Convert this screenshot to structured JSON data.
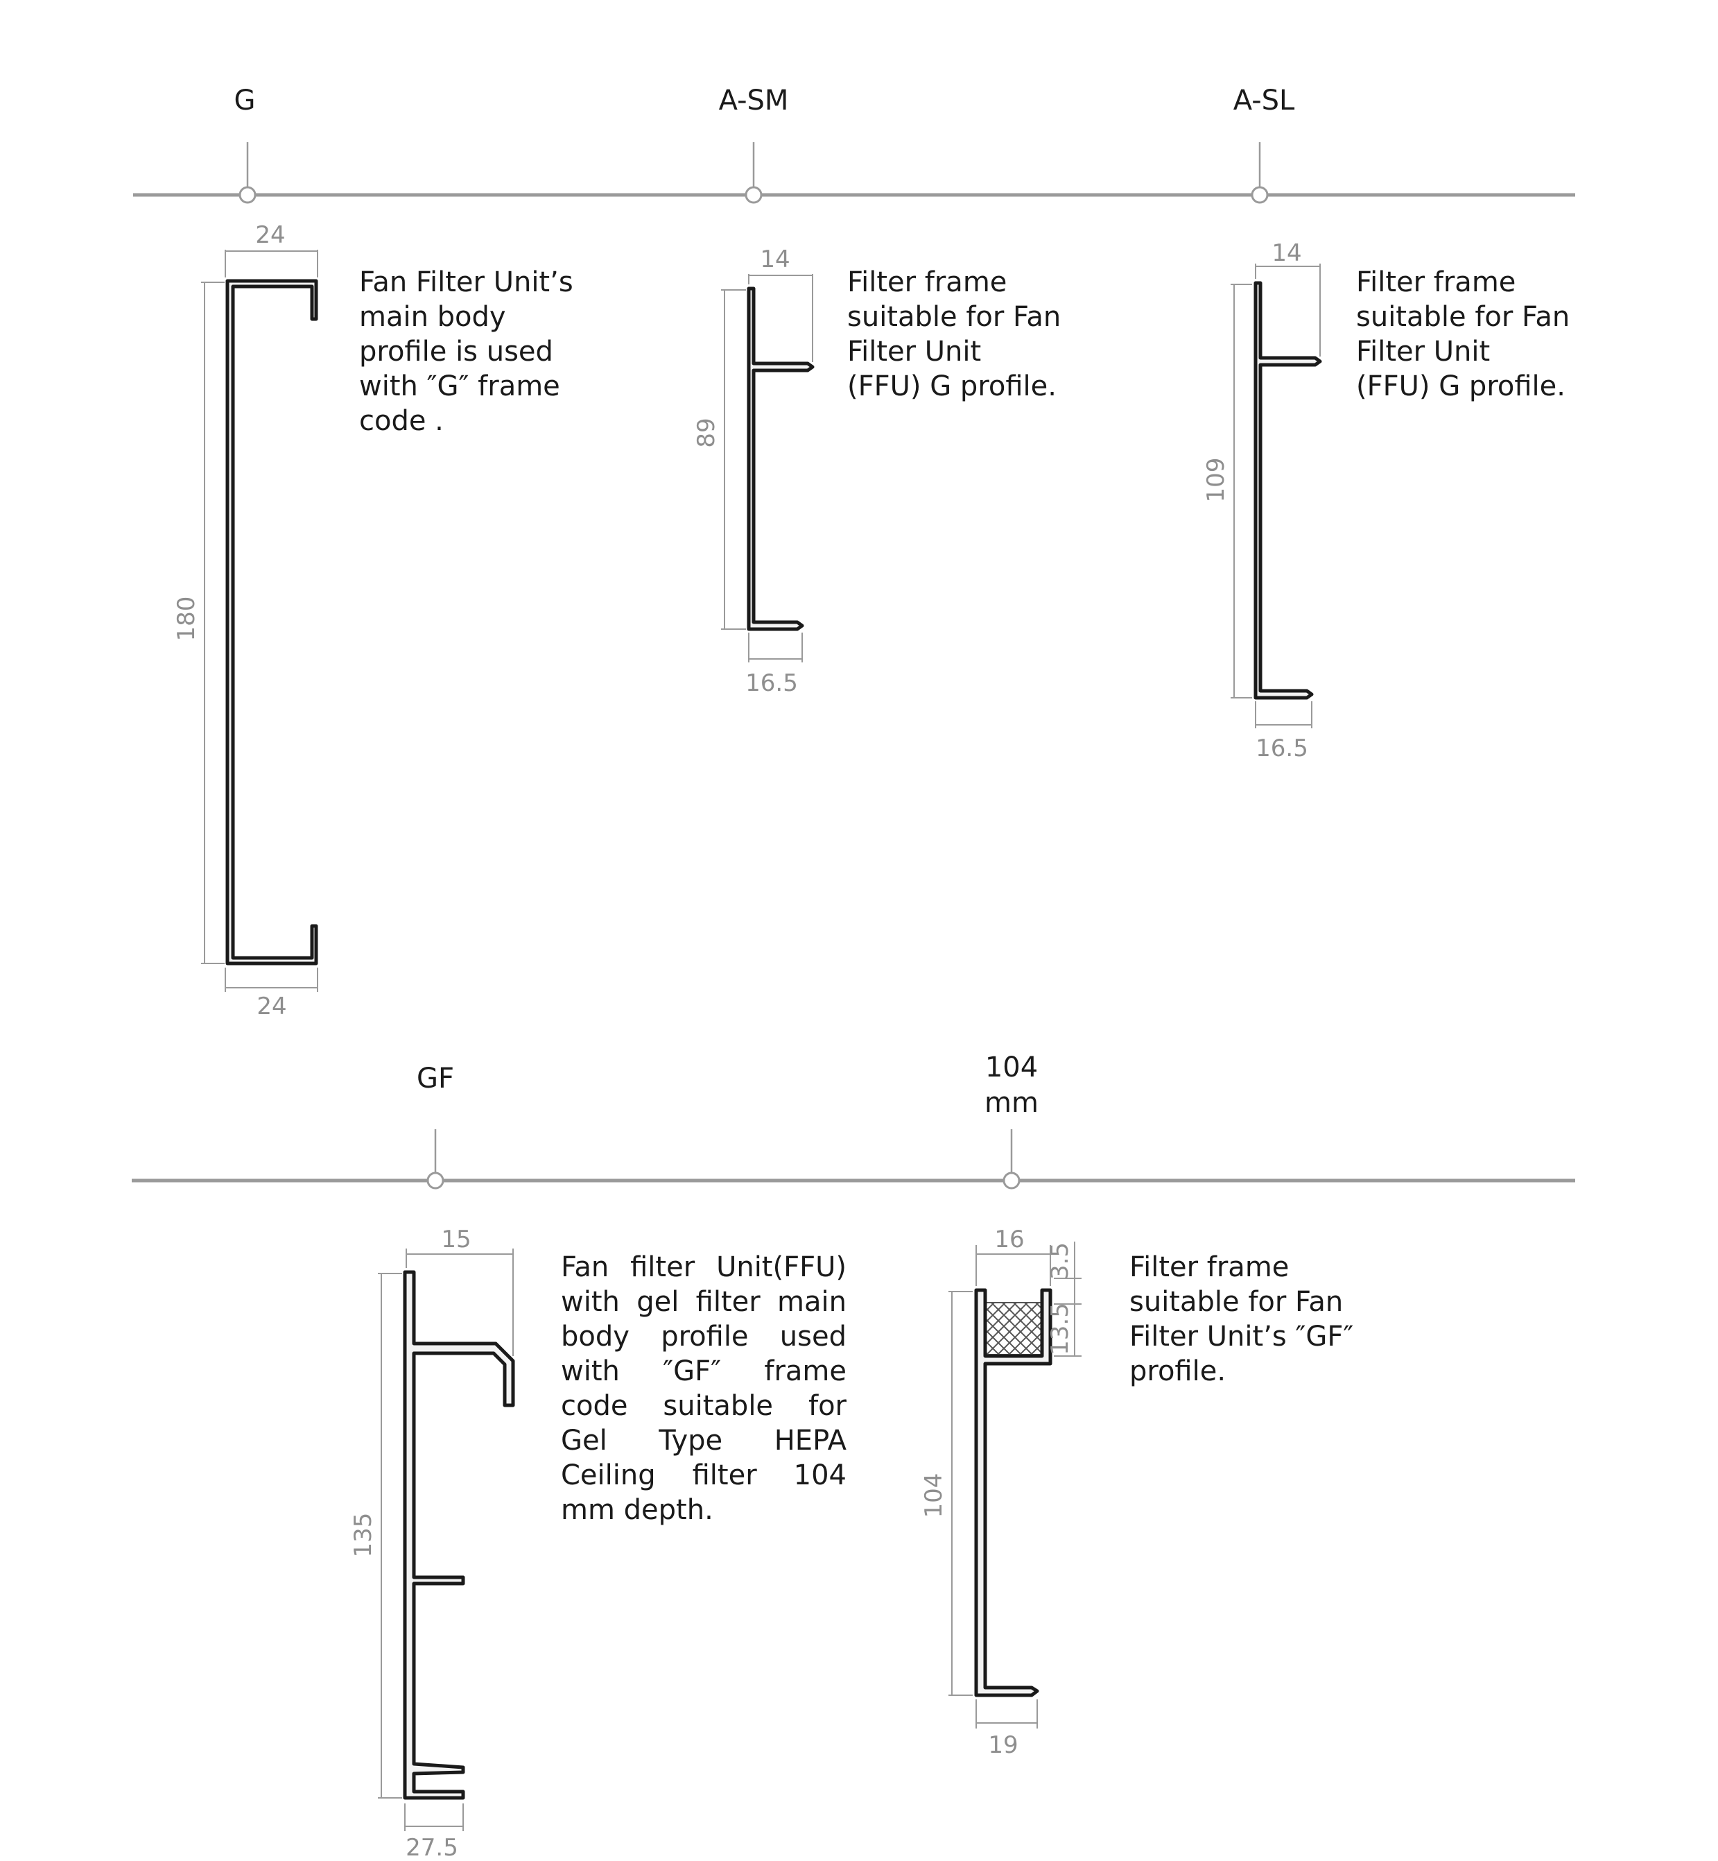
{
  "colors": {
    "line": "#9a9a9a",
    "dim_text": "#8e8e8e",
    "text": "#1a1a1a",
    "profile_fill": "#f2f2f2"
  },
  "row1": {
    "codes": [
      "G",
      "A-SM",
      "A-SL"
    ]
  },
  "row2": {
    "codes": [
      "GF",
      "104",
      "mm"
    ]
  },
  "profiles": {
    "g": {
      "code": "G",
      "dims": {
        "top": "24",
        "height": "180",
        "bottom": "24"
      },
      "description": [
        "Fan Filter Unit’s",
        "main body",
        "profile is used",
        "with ″G″ frame",
        "code ."
      ]
    },
    "a_sm": {
      "code": "A-SM",
      "dims": {
        "top": "14",
        "height": "89",
        "bottom": "16.5"
      },
      "description": [
        "Filter frame",
        "suitable for Fan",
        "Filter Unit",
        "(FFU) G profile."
      ]
    },
    "a_sl": {
      "code": "A-SL",
      "dims": {
        "top": "14",
        "height": "109",
        "bottom": "16.5"
      },
      "description": [
        "Filter frame",
        "suitable for Fan",
        "Filter Unit",
        "(FFU) G profile."
      ]
    },
    "gf": {
      "code": "GF",
      "dims": {
        "top": "15",
        "height": "135",
        "bottom": "27.5"
      },
      "description": "Fan filter Unit(FFU) with gel filter main body profile used with ″GF″ frame code suitable for Gel Type HEPA Ceiling filter 104 mm depth."
    },
    "f104": {
      "code": "104 mm",
      "dims": {
        "top": "16",
        "height": "104",
        "bottom": "19",
        "right_top": "3.5",
        "right_mid": "13.5"
      },
      "description": [
        "Filter frame",
        "suitable for Fan",
        "Filter Unit’s ″GF″",
        "profile."
      ]
    }
  }
}
